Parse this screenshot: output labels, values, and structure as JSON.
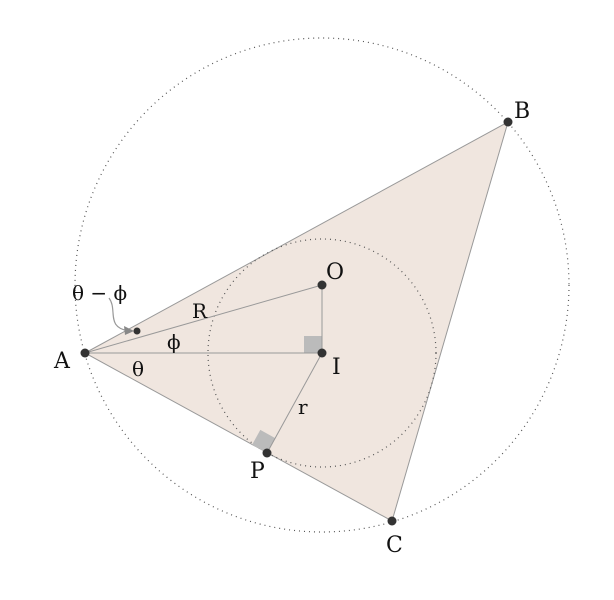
{
  "points": {
    "A": "A",
    "B": "B",
    "C": "C",
    "O": "O",
    "I": "I",
    "P": "P"
  },
  "labels": {
    "R": "R",
    "r": "r",
    "theta": "θ",
    "phi": "ϕ",
    "theta_minus_phi": "θ − ϕ"
  },
  "colors": {
    "fill": "#f0e6df",
    "stroke": "#999999",
    "point": "#333333",
    "square": "#bbbbbb"
  }
}
